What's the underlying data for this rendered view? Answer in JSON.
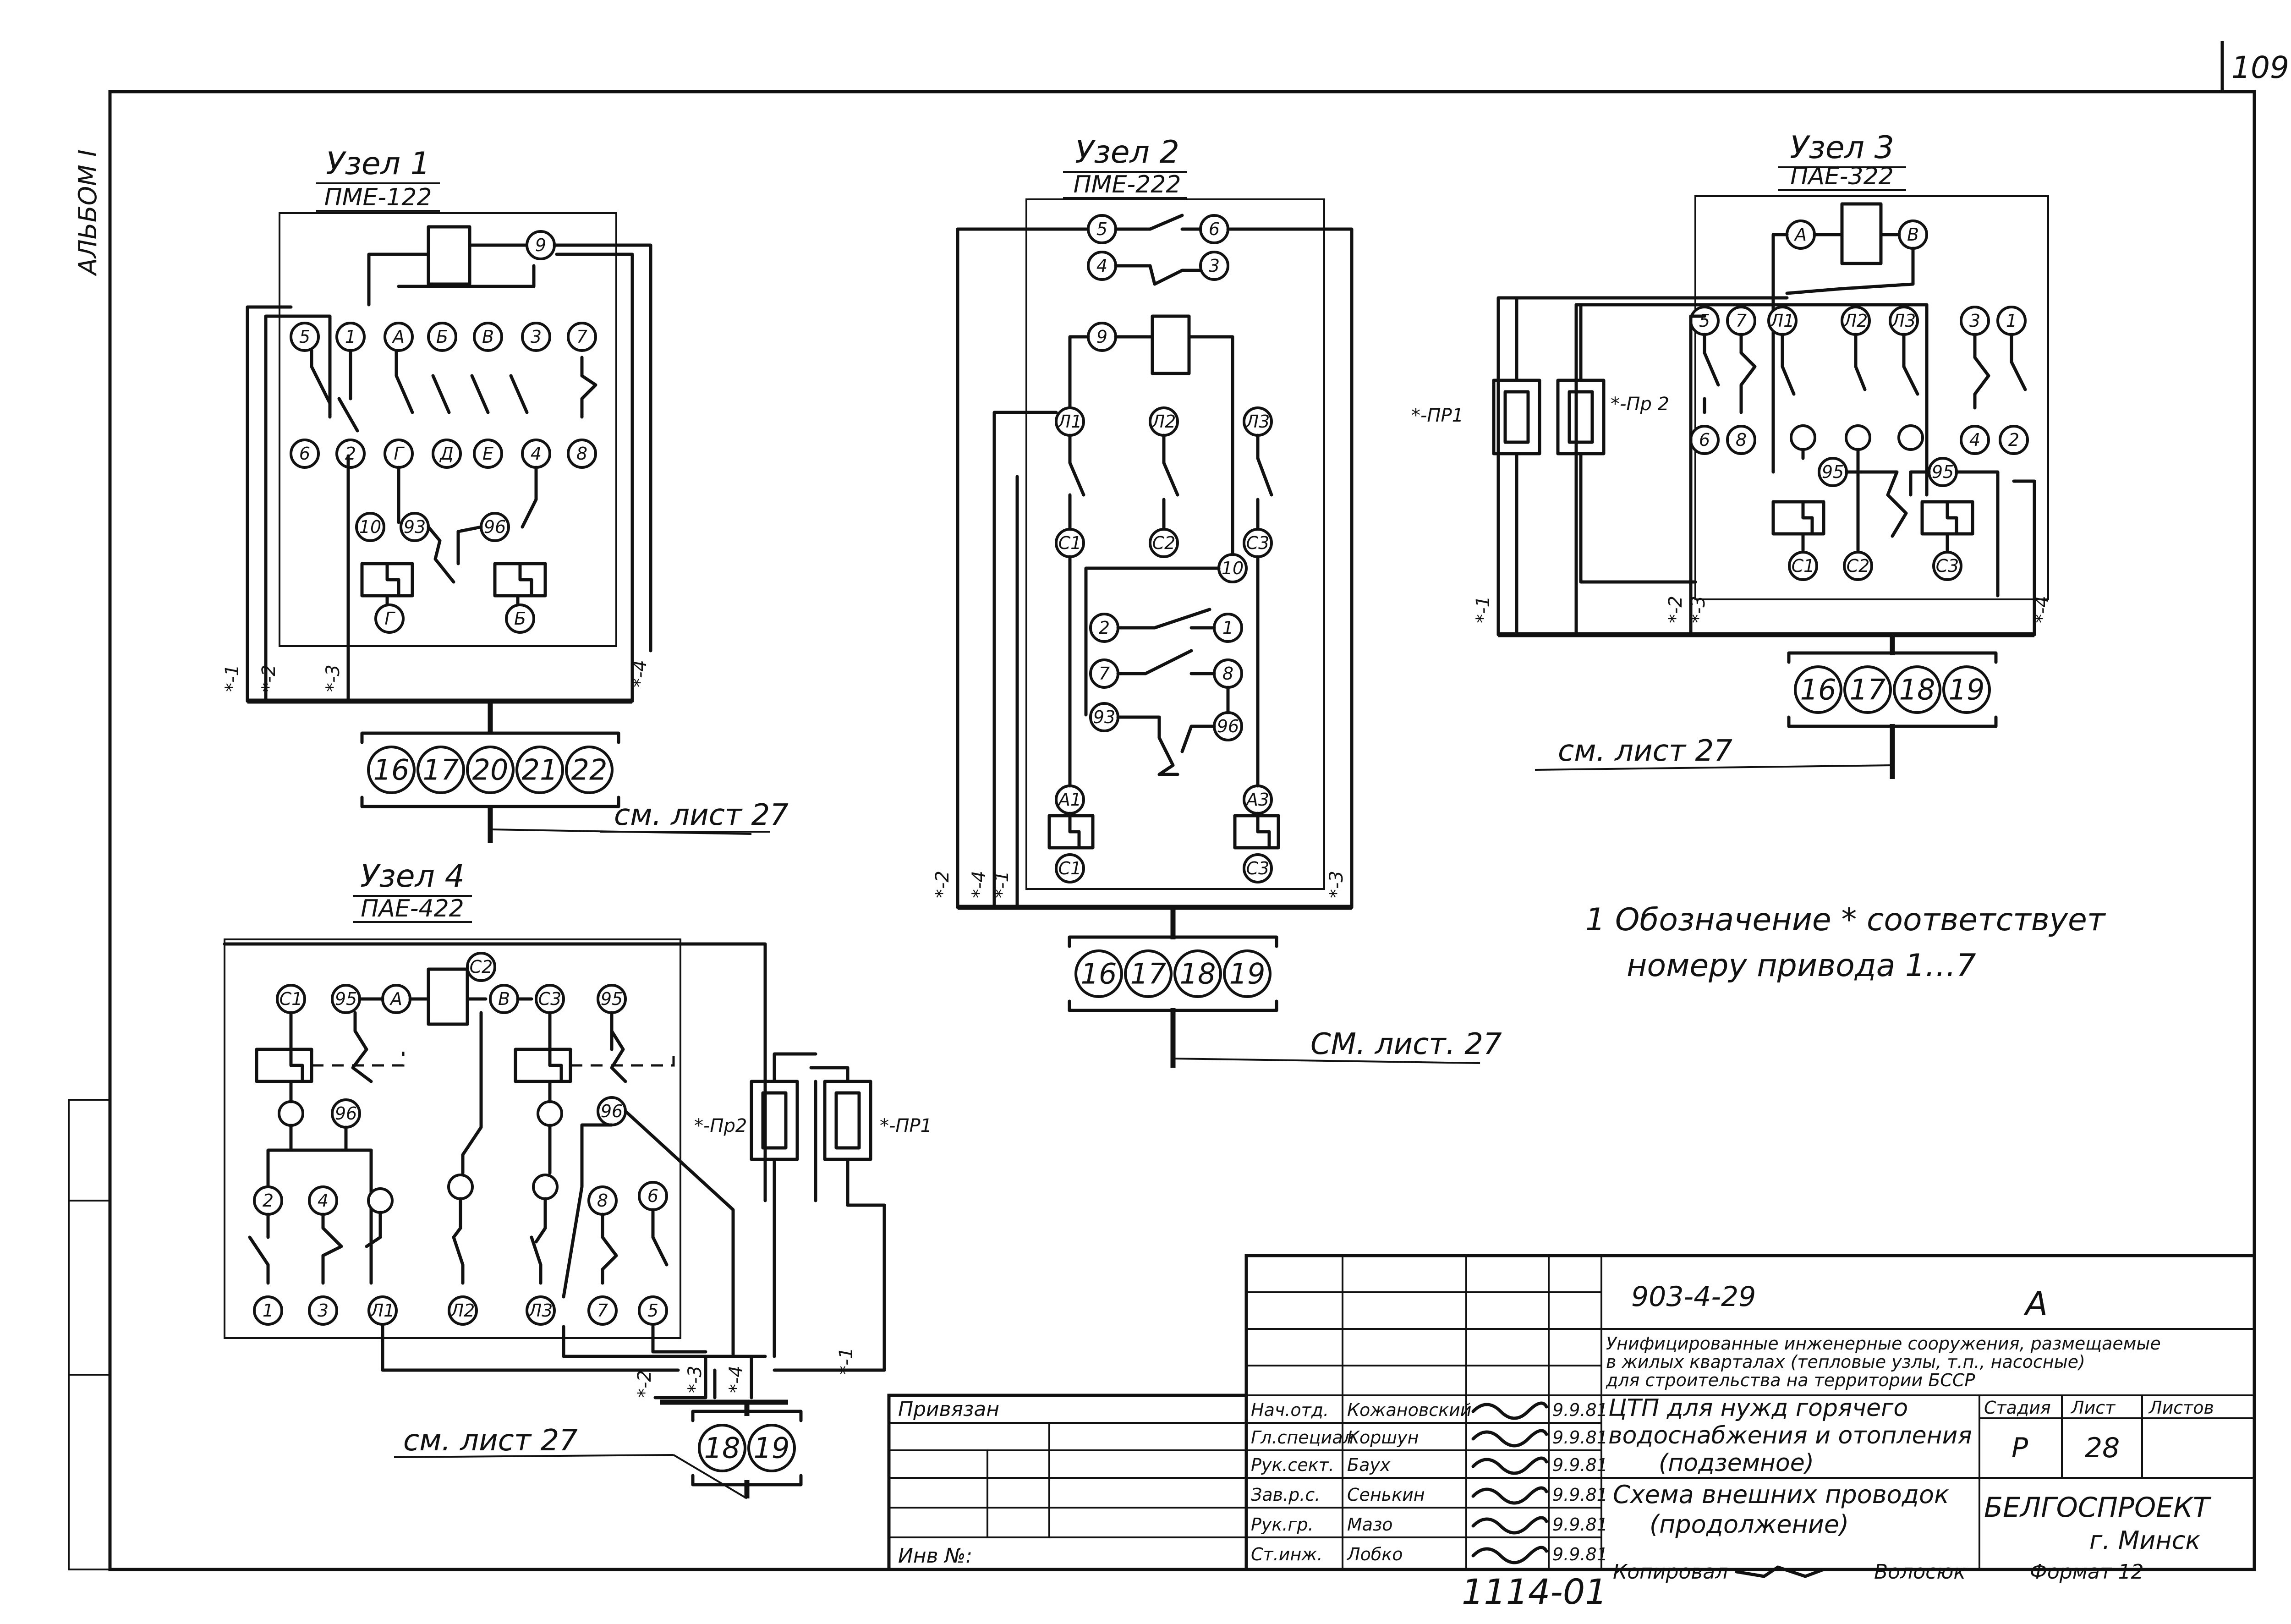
{
  "sheet": {
    "page_number": "109",
    "album_label": "АЛЬБОМ I",
    "note": [
      "1 Обозначение * соответствует",
      "номеру привода 1…7"
    ],
    "ref_label": "см. лист 27",
    "ref_label_alt": "СМ. лист. 27"
  },
  "nodes": {
    "n1": {
      "title": "Узел 1",
      "subtitle": "ПМЕ-122",
      "top_terminals": [
        "5",
        "1",
        "А",
        "Б",
        "В",
        "3",
        "7"
      ],
      "bottom_terminals": [
        "6",
        "2",
        "Г",
        "Д",
        "Е",
        "4",
        "8"
      ],
      "relay_terminals": [
        "10",
        "93",
        "96",
        "Г",
        "Б"
      ],
      "misc_terminals": [
        "9"
      ],
      "wires": [
        "*-1",
        "*-2",
        "*-3",
        "*-4"
      ],
      "cable_terminals": [
        "16",
        "17",
        "20",
        "21",
        "22"
      ]
    },
    "n2": {
      "title": "Узел 2",
      "subtitle": "ПМЕ-222",
      "terminals": [
        "5",
        "6",
        "4",
        "3",
        "9",
        "Л1",
        "Л2",
        "Л3",
        "С1",
        "С2",
        "С3",
        "10",
        "2",
        "1",
        "7",
        "8",
        "93",
        "96",
        "А1",
        "А3",
        "С1",
        "С3"
      ],
      "wires": [
        "*-2",
        "*-4",
        "*-1",
        "*-3"
      ],
      "cable_terminals": [
        "16",
        "17",
        "18",
        "19"
      ]
    },
    "n3": {
      "title": "Узел 3",
      "subtitle": "ПАЕ-322",
      "top_terminals": [
        "А",
        "В",
        "5",
        "7",
        "Л1",
        "Л2",
        "Л3",
        "3",
        "1"
      ],
      "bottom_terminals": [
        "6",
        "8",
        "4",
        "2",
        "95",
        "95",
        "С1",
        "С2",
        "С3"
      ],
      "fuses": [
        "*-ПР1",
        "*-Пр 2"
      ],
      "wires": [
        "*-1",
        "*-2",
        "*-3",
        "*-4"
      ],
      "cable_terminals": [
        "16",
        "17",
        "18",
        "19"
      ]
    },
    "n4": {
      "title": "Узел 4",
      "subtitle": "ПАЕ-422",
      "top_terminals": [
        "С1",
        "95",
        "А",
        "С2",
        "В",
        "С3",
        "95"
      ],
      "terminals": [
        "96",
        "96",
        "2",
        "4",
        "8",
        "6"
      ],
      "bottom_terminals": [
        "1",
        "3",
        "Л1",
        "Л2",
        "Л3",
        "7",
        "5"
      ],
      "fuses": [
        "*-Пр2",
        "*-ПР1"
      ],
      "wires": [
        "*-2",
        "*-3",
        "*-4",
        "*-1"
      ],
      "cable_terminals": [
        "18",
        "19"
      ]
    }
  },
  "title_block": {
    "code": "903-4-29",
    "letter": "А",
    "description": [
      "Унифицированные инженерные сооружения, размещаемые",
      "в жилых кварталах (тепловые узлы, т.п., насосные)",
      "для строительства на территории БССР"
    ],
    "object_name": [
      "ЦТП для нужд горячего",
      "водоснабжения и отопления",
      "(подземное)"
    ],
    "sheet_name": [
      "Схема внешних проводок",
      "(продолжение)"
    ],
    "stage_header": "Стадия",
    "sheet_header": "Лист",
    "sheets_header": "Листов",
    "stage": "Р",
    "sheet": "28",
    "organization": "БЕЛГОСПРОЕКТ",
    "city": "г. Минск",
    "privyazan": "Привязан",
    "inv": "Инв №:",
    "roles": [
      {
        "role": "Нач.отд.",
        "name": "Кожановский",
        "date": "9.9.81"
      },
      {
        "role": "Гл.специал",
        "name": "Коршун",
        "date": "9.9.81"
      },
      {
        "role": "Рук.сект.",
        "name": "Баух",
        "date": "9.9.81"
      },
      {
        "role": "Зав.р.с.",
        "name": "Сенькин",
        "date": "9.9.81"
      },
      {
        "role": "Рук.гр.",
        "name": "Мазо",
        "date": "9.9.81"
      },
      {
        "role": "Ст.инж.",
        "name": "Лобко",
        "date": "9.9.81"
      }
    ],
    "bottom_code": "1114-01",
    "copied_label": "Копировал",
    "copied_name": "Волосюк",
    "format_label": "Формат 12"
  }
}
